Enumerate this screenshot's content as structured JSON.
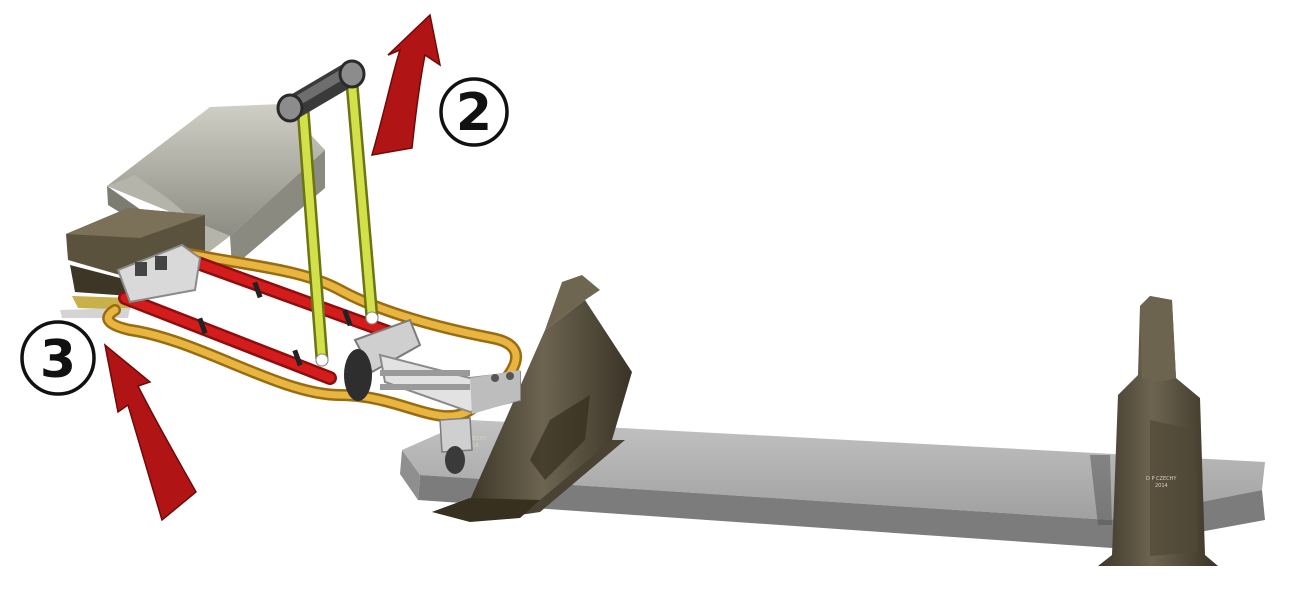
{
  "steps": [
    {
      "number": "2",
      "arrow_color": "#b01414"
    },
    {
      "number": "3",
      "arrow_color": "#b01414"
    }
  ],
  "rail_marking_left": [
    "D P CZECHY",
    "2014"
  ],
  "rail_marking_right": [
    "D P CZECHY",
    "2014"
  ],
  "colors": {
    "red_cable": "#d41c1c",
    "yellow_cable": "#e0a930",
    "insulating_pole": "#c8d93a",
    "rail_steel": "#5a5240",
    "sleeper": "#a6a6a6",
    "cover_metal": "#a4a49a",
    "clamp_metal": "#d9d9d9"
  }
}
